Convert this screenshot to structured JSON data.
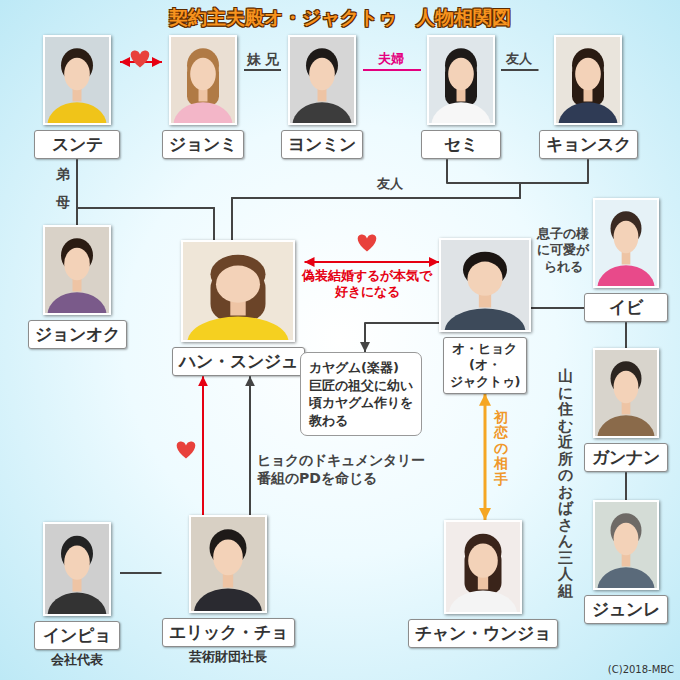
{
  "diagram": {
    "title": "契約主夫殿オ・ジャクトゥ　人物相関図",
    "nodes": [
      {
        "text": [
          "スンテ"
        ]
      },
      {
        "text": [
          "ジョンミ"
        ]
      },
      {
        "text": [
          "ヨンミン"
        ]
      },
      {
        "text": [
          "セミ"
        ]
      },
      {
        "text": [
          "キョンスク"
        ]
      },
      {
        "text": [
          "ジョンオク"
        ]
      },
      {
        "text": [
          "ハン・スンジュ"
        ]
      },
      {
        "text": [
          "オ・ヒョク (オ・ジャクトゥ)"
        ]
      },
      {
        "text": [
          "カヤグム(楽器) 巨匠の祖父に幼い 頃カヤグム作りを 教わる"
        ]
      },
      {
        "text": [
          "イビ"
        ]
      },
      {
        "text": [
          "ガンナン"
        ]
      },
      {
        "text": [
          "ジュンレ"
        ]
      },
      {
        "text": [
          "インピョ",
          "会社代表"
        ]
      },
      {
        "text": [
          "エリック・チョ",
          "芸術財団社長"
        ]
      },
      {
        "text": [
          "チャン・ウンジョ"
        ]
      }
    ],
    "edges": [
      {
        "from": 0,
        "to": 1,
        "arrow": "both"
      },
      {
        "from": 1,
        "to": 2,
        "label": "妹",
        "arrow": "none"
      },
      {
        "from": 2,
        "to": 3,
        "label": "夫婦",
        "arrow": "none"
      },
      {
        "from": 3,
        "to": 4,
        "label": "友人",
        "arrow": "none"
      },
      {
        "from": 0,
        "to": 6,
        "label": "弟",
        "arrow": "none"
      },
      {
        "from": 5,
        "to": 6,
        "label": "母",
        "arrow": "none"
      },
      {
        "from": 3,
        "to": 6,
        "label": "友人",
        "arrow": "none"
      },
      {
        "from": 4,
        "to": 6,
        "arrow": "none"
      },
      {
        "from": 6,
        "to": 7,
        "label": "偽装結婚するが本気で 好きになる",
        "arrow": "both"
      },
      {
        "from": 7,
        "to": 8,
        "arrow": "to"
      },
      {
        "from": 7,
        "to": 9,
        "label": "息子の様 に可愛が られる",
        "arrow": "none"
      },
      {
        "from": 7,
        "to": 14,
        "label": "初恋の相手",
        "arrow": "both"
      },
      {
        "from": 9,
        "to": 10,
        "arrow": "none"
      },
      {
        "from": 10,
        "to": 11,
        "arrow": "none"
      },
      {
        "from": 13,
        "to": 6,
        "arrow": "to"
      },
      {
        "from": 13,
        "to": 6,
        "label": "ヒョクのドキュメンタリー 番組のPDを命じる",
        "arrow": "to"
      },
      {
        "from": 12,
        "to": 13,
        "arrow": "none"
      }
    ],
    "labels": [
      "兄",
      "山に住む近所のおばさん三人組",
      "(C)2018-MBC"
    ]
  }
}
